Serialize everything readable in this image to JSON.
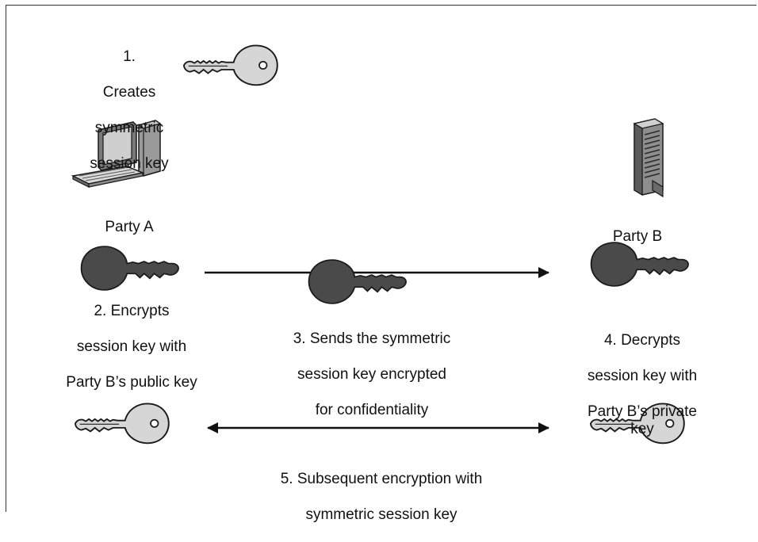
{
  "colors": {
    "dark_key": "#4a4a4a",
    "light_key_fill": "#d6d6d6",
    "outline": "#1a1a1a",
    "arrow": "#111111"
  },
  "icons": {
    "party_a_device": "desktop-computer-icon",
    "party_b_device": "tower-server-icon",
    "symmetric_key": "light-key-icon",
    "encrypted_key": "dark-key-icon"
  },
  "steps": {
    "step1": [
      "1.",
      "Creates",
      "symmetric",
      "session key"
    ],
    "step2": [
      "2. Encrypts",
      "session key with",
      "Party B’s public key"
    ],
    "step3": [
      "3. Sends the symmetric",
      "session key encrypted",
      "for confidentiality"
    ],
    "step4": [
      "4. Decrypts",
      "session key with",
      "Party B’s private key"
    ],
    "step5": [
      "5. Subsequent encryption with",
      "symmetric session key"
    ]
  },
  "parties": {
    "a": "Party A",
    "b": "Party B"
  }
}
